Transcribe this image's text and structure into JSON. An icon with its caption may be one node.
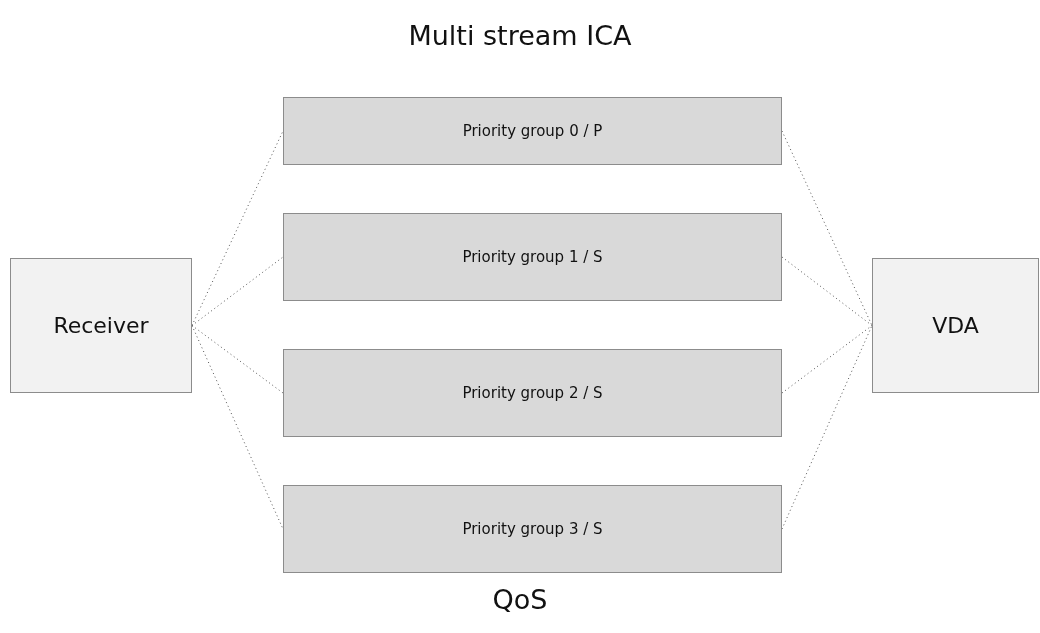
{
  "diagram": {
    "title": "Multi stream ICA",
    "nodes": [
      {
        "text": [
          "Receiver"
        ]
      },
      {
        "text": [
          "Priority group 0 / P"
        ]
      },
      {
        "text": [
          "Priority group 1 / S"
        ]
      },
      {
        "text": [
          "Priority group 2 / S"
        ]
      },
      {
        "text": [
          "Priority group 3 / S"
        ]
      },
      {
        "text": [
          "VDA"
        ]
      }
    ],
    "edges": [
      {
        "from": 0,
        "to": 1,
        "arrow": "none"
      },
      {
        "from": 0,
        "to": 2,
        "arrow": "none"
      },
      {
        "from": 0,
        "to": 3,
        "arrow": "none"
      },
      {
        "from": 0,
        "to": 4,
        "arrow": "none"
      },
      {
        "from": 1,
        "to": 5,
        "arrow": "none"
      },
      {
        "from": 2,
        "to": 5,
        "arrow": "none"
      },
      {
        "from": 3,
        "to": 5,
        "arrow": "none"
      },
      {
        "from": 4,
        "to": 5,
        "arrow": "none"
      }
    ],
    "labels": [
      "QoS"
    ]
  }
}
